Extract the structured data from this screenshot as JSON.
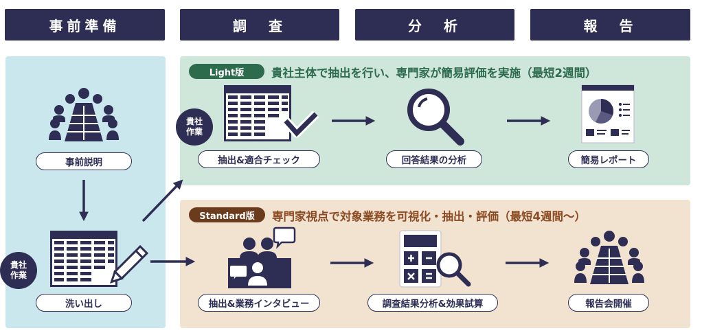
{
  "phases": [
    "事前準備",
    "調　査",
    "分　析",
    "報　告"
  ],
  "prep": {
    "step1": "事前説明",
    "step2": "洗い出し",
    "client_badge": [
      "貴社",
      "作業"
    ]
  },
  "light": {
    "badge": "Light版",
    "headline": "貴社主体で抽出を行い、専門家が簡易評価を実施（最短2週間）",
    "client_badge": [
      "貴社",
      "作業"
    ],
    "steps": [
      "抽出&適合チェック",
      "回答結果の分析",
      "簡易レポート"
    ]
  },
  "standard": {
    "badge": "Standard版",
    "headline": "専門家視点で対象業務を可視化・抽出・評価（最短4週間〜）",
    "steps": [
      "抽出&業務インタビュー",
      "調査結果分析&効果試算",
      "報告会開催"
    ]
  },
  "colors": {
    "navy": "#2e2e54",
    "light_panel": "#cfe6da",
    "standard_panel": "#f2e3d0",
    "prep_panel": "#c9e7ed"
  },
  "icons": [
    "meeting-icon",
    "spreadsheet-pencil-icon",
    "spreadsheet-check-icon",
    "magnifier-icon",
    "report-chart-icon",
    "interview-icon",
    "calculator-magnifier-icon"
  ]
}
